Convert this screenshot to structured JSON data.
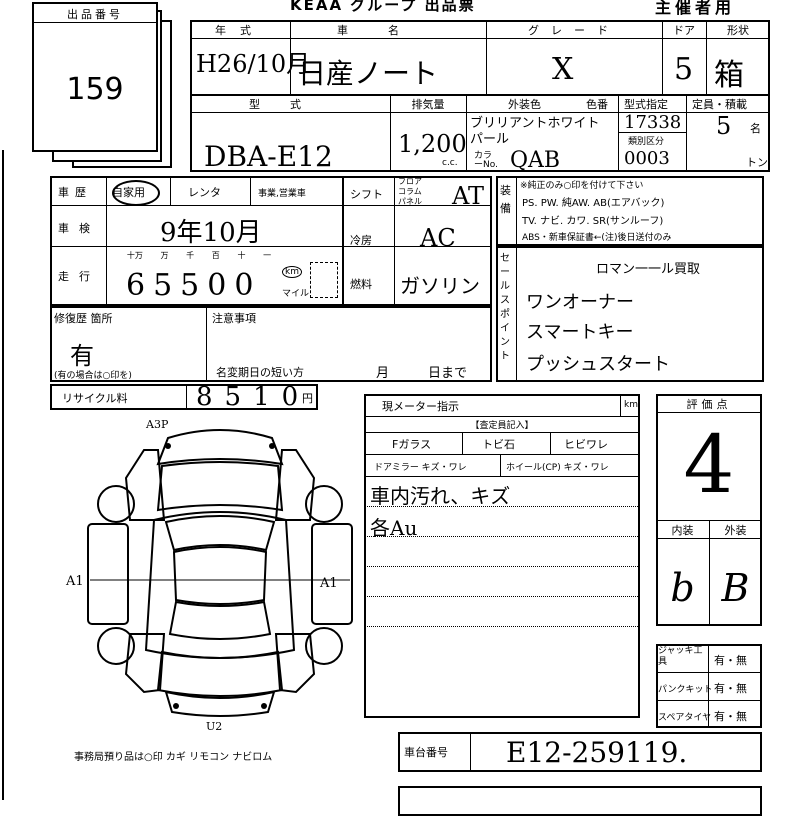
{
  "header": {
    "title": "KEAA グループ 出品票",
    "badge": "主催者用"
  },
  "lot": {
    "label": "出品番号",
    "number": "159"
  },
  "vehicle": {
    "year_label": "年式",
    "year_value": "H26/10月",
    "name_label": "車名",
    "name_value": "日産ノート",
    "grade_label": "グレード",
    "grade_value": "X",
    "doors_label": "ドア",
    "doors_value": "5",
    "shape_label": "形状",
    "shape_value": "箱",
    "model_label": "型式",
    "model_value": "DBA-E12",
    "displacement_label": "排気量",
    "displacement_value": "1,200",
    "displacement_unit": "c.c.",
    "exterior_color_label": "外装色",
    "exterior_color_value": "ブリリアントホワイトパール",
    "color_code_label": "カラーNo.",
    "color_code_value": "QAB",
    "color_no_label": "色番",
    "model_spec_label": "型式指定",
    "model_spec_value": "17338",
    "category_label": "類別区分",
    "category_value": "0003",
    "capacity_label": "定員・積載",
    "capacity_value": "5",
    "capacity_unit_people": "名",
    "capacity_unit_ton": "トン"
  },
  "history": {
    "label": "車歴",
    "options": [
      "自家用",
      "レンタ",
      "事業,営業車"
    ]
  },
  "inspection": {
    "label": "車検",
    "value": "9年10月"
  },
  "mileage": {
    "label": "走行",
    "digit_labels": [
      "十万",
      "万",
      "千",
      "百",
      "十",
      "一"
    ],
    "value": "65500",
    "unit_km": "km",
    "unit_mile": "マイル"
  },
  "shift": {
    "label": "シフト",
    "options": [
      "フロア",
      "コラム",
      "パネル"
    ],
    "value": "AT"
  },
  "ac": {
    "label": "冷房",
    "value": "AC"
  },
  "fuel": {
    "label": "燃料",
    "value": "ガソリン"
  },
  "equipment": {
    "label": "装備",
    "note": "※純正のみ○印を付けて下さい",
    "row1": "PS. PW. 純AW. AB(エアバック)",
    "row2": "TV. ナビ. カワ. SR(サンルーフ)",
    "row3": "ABS・新車保証書←(注)後日送付のみ"
  },
  "sales_points": {
    "label": "セールスポイント",
    "lines": [
      "ロマン一一ル買取",
      "ワンオーナー",
      "スマートキー",
      "プッシュスタート"
    ]
  },
  "repair": {
    "label": "修復歴 箇所",
    "value": "有",
    "note": "(有の場合は○印を)"
  },
  "notes": {
    "label": "注意事項",
    "deadline_label": "名変期日の短い方",
    "month": "月",
    "day": "日まで"
  },
  "recycle": {
    "label": "リサイクル料",
    "value": "8510",
    "unit": "円"
  },
  "meter": {
    "label": "現メーター指示",
    "unit": "km"
  },
  "assessment": {
    "header": "【査定員記入】",
    "row1": [
      "Fガラス",
      "トビ石",
      "ヒビワレ"
    ],
    "row2": [
      "ドアミラー キズ・ワレ",
      "ホイール(CP) キズ・ワレ"
    ],
    "handwritten": [
      "車内汚れ、キズ",
      "各Au"
    ]
  },
  "diagram": {
    "marks": [
      "A3P",
      "A1",
      "A1",
      "U2"
    ]
  },
  "score": {
    "label": "評価点",
    "value": "4",
    "interior_label": "内装",
    "interior_value": "b",
    "exterior_label": "外装",
    "exterior_value": "B"
  },
  "tools": [
    {
      "label": "ジャッキ工具",
      "value": "有・無"
    },
    {
      "label": "パンクキット",
      "value": "有・無"
    },
    {
      "label": "スペアタイヤ",
      "value": "有・無"
    }
  ],
  "office": {
    "items": "事務局預り品は○印  カギ リモコン ナビロム"
  },
  "chassis": {
    "label": "車台番号",
    "value": "E12-259119."
  }
}
